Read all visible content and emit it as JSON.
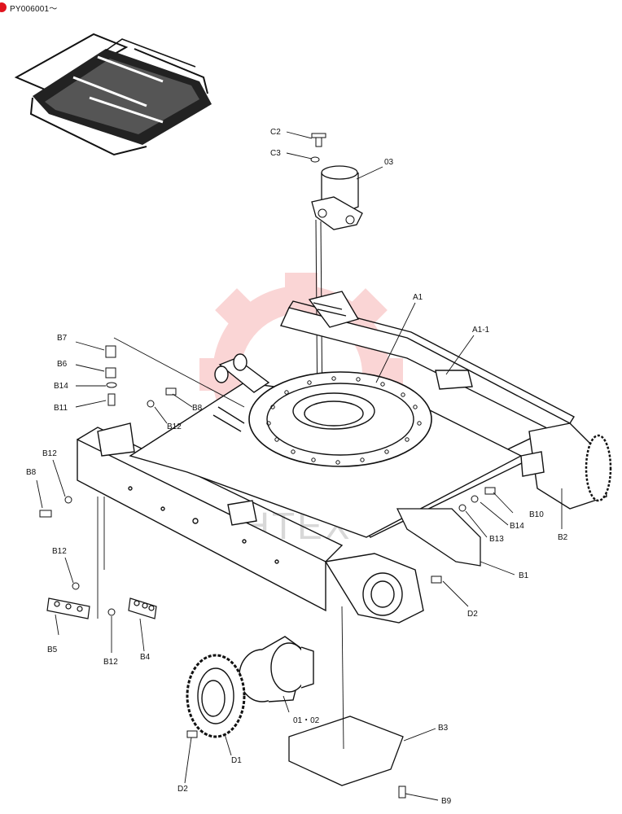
{
  "header": {
    "code": "PY006001～"
  },
  "watermark": {
    "text": "IHTEX",
    "color": "#f6b3b3"
  },
  "labels": {
    "C2": "C2",
    "C3": "C3",
    "p03": "03",
    "A1": "A1",
    "A1_1": "A1-1",
    "B7": "B7",
    "B6": "B6",
    "B14a": "B14",
    "B11": "B11",
    "B8a": "B8",
    "B12a": "B12",
    "B12b": "B12",
    "B8b": "B8",
    "B12c": "B12",
    "B5": "B5",
    "B12d": "B12",
    "B4": "B4",
    "B10": "B10",
    "B14b": "B14",
    "B13": "B13",
    "B2": "B2",
    "B1": "B1",
    "D2a": "D2",
    "p01_02": "01・02",
    "D1": "D1",
    "D2b": "D2",
    "B3": "B3",
    "B9": "B9"
  }
}
